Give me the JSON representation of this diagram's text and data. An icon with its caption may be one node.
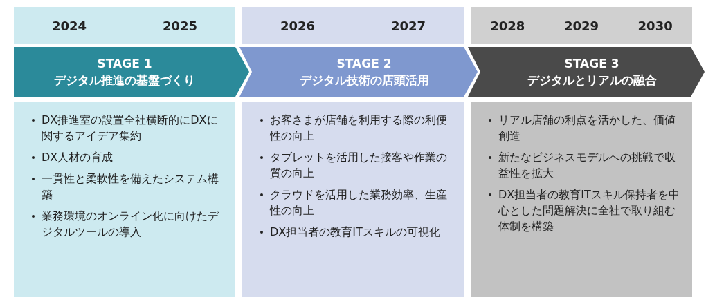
{
  "diagram": {
    "nodes": [
      {
        "text": [
          "STAGE 1",
          "デジタル推進の基盤づくり"
        ],
        "beside": [
          "DX推進室の設置全社横断的にDXに関するアイデア集約",
          "DX人材の育成",
          "一貫性と柔軟性を備えたシステム構築",
          "業務環境のオンライン化に向けたデジタルツールの導入"
        ]
      },
      {
        "text": [
          "STAGE 2",
          "デジタル技術の店頭活用"
        ],
        "beside": [
          "お客さまが店舗を利用する際の利便性の向上",
          "タブレットを活用した接客や作業の質の向上",
          "クラウドを活用した業務効率、生産性の向上",
          "DX担当者の教育ITスキルの可視化"
        ]
      },
      {
        "text": [
          "STAGE 3",
          "デジタルとリアルの融合"
        ],
        "beside": [
          "リアル店舗の利点を活かした、価値創造",
          "新たなビジネスモデルへの挑戦で収益性を拡大",
          "DX担当者の教育ITスキル保持者を中心とした問題解決に全社で取り組む体制を構築"
        ]
      }
    ],
    "labels": [
      "2024",
      "2025",
      "2026",
      "2027",
      "2028",
      "2029",
      "2030"
    ]
  }
}
